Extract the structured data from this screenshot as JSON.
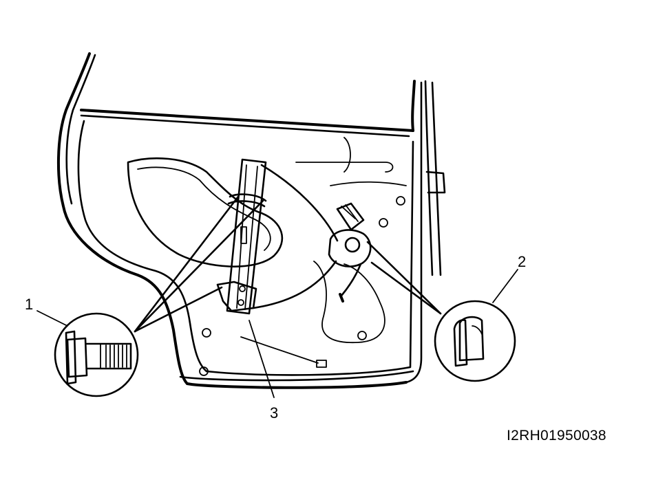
{
  "callouts": {
    "c1": "1",
    "c2": "2",
    "c3": "3"
  },
  "reference_code": "I2RH01950038",
  "icons": {
    "bolt": "flange-bolt-icon",
    "nut": "flange-nut-icon"
  },
  "colors": {
    "line": "#000000",
    "background": "#ffffff"
  }
}
